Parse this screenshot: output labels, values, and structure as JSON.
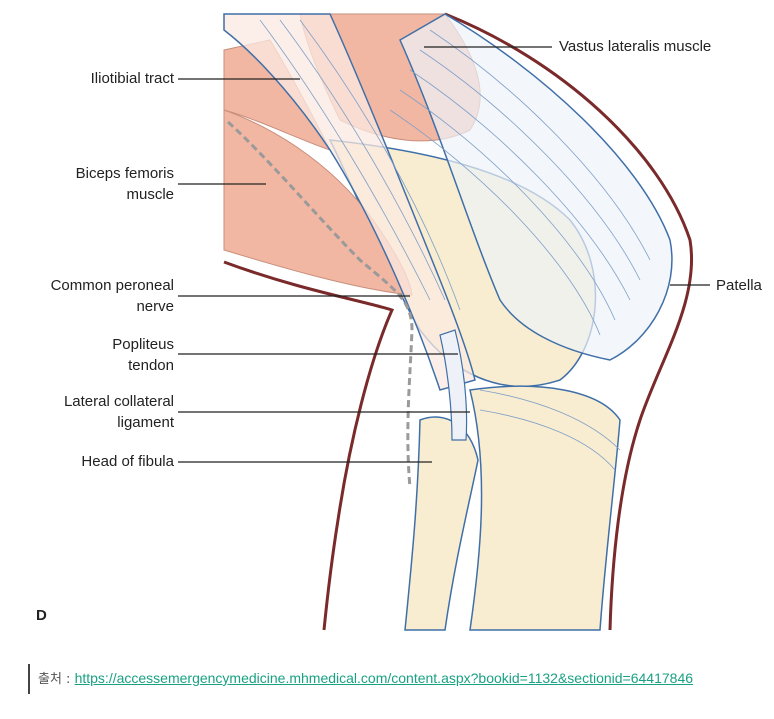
{
  "labels": {
    "vastus_lateralis": "Vastus lateralis muscle",
    "iliotibial_tract": "Iliotibial tract",
    "biceps_line1": "Biceps femoris",
    "biceps_line2": "muscle",
    "patella": "Patella",
    "peroneal_line1": "Common peroneal",
    "peroneal_line2": "nerve",
    "popliteus_line1": "Popliteus",
    "popliteus_line2": "tendon",
    "lcl_line1": "Lateral collateral",
    "lcl_line2": "ligament",
    "fibula_head": "Head of fibula"
  },
  "panel_letter": "D",
  "source": {
    "prefix": "출처 : ",
    "link_text": "https://accessemergencymedicine.mhmedical.com/content.aspx?bookid=1132&sectionid=64417846"
  },
  "colors": {
    "muscle": "#f2b7a3",
    "bone": "#f8edd0",
    "ligament_outline": "#3f6fa8",
    "skin_outline": "#7a2a2a",
    "nerve": "#9a9a9a",
    "leader_line": "#222222"
  }
}
